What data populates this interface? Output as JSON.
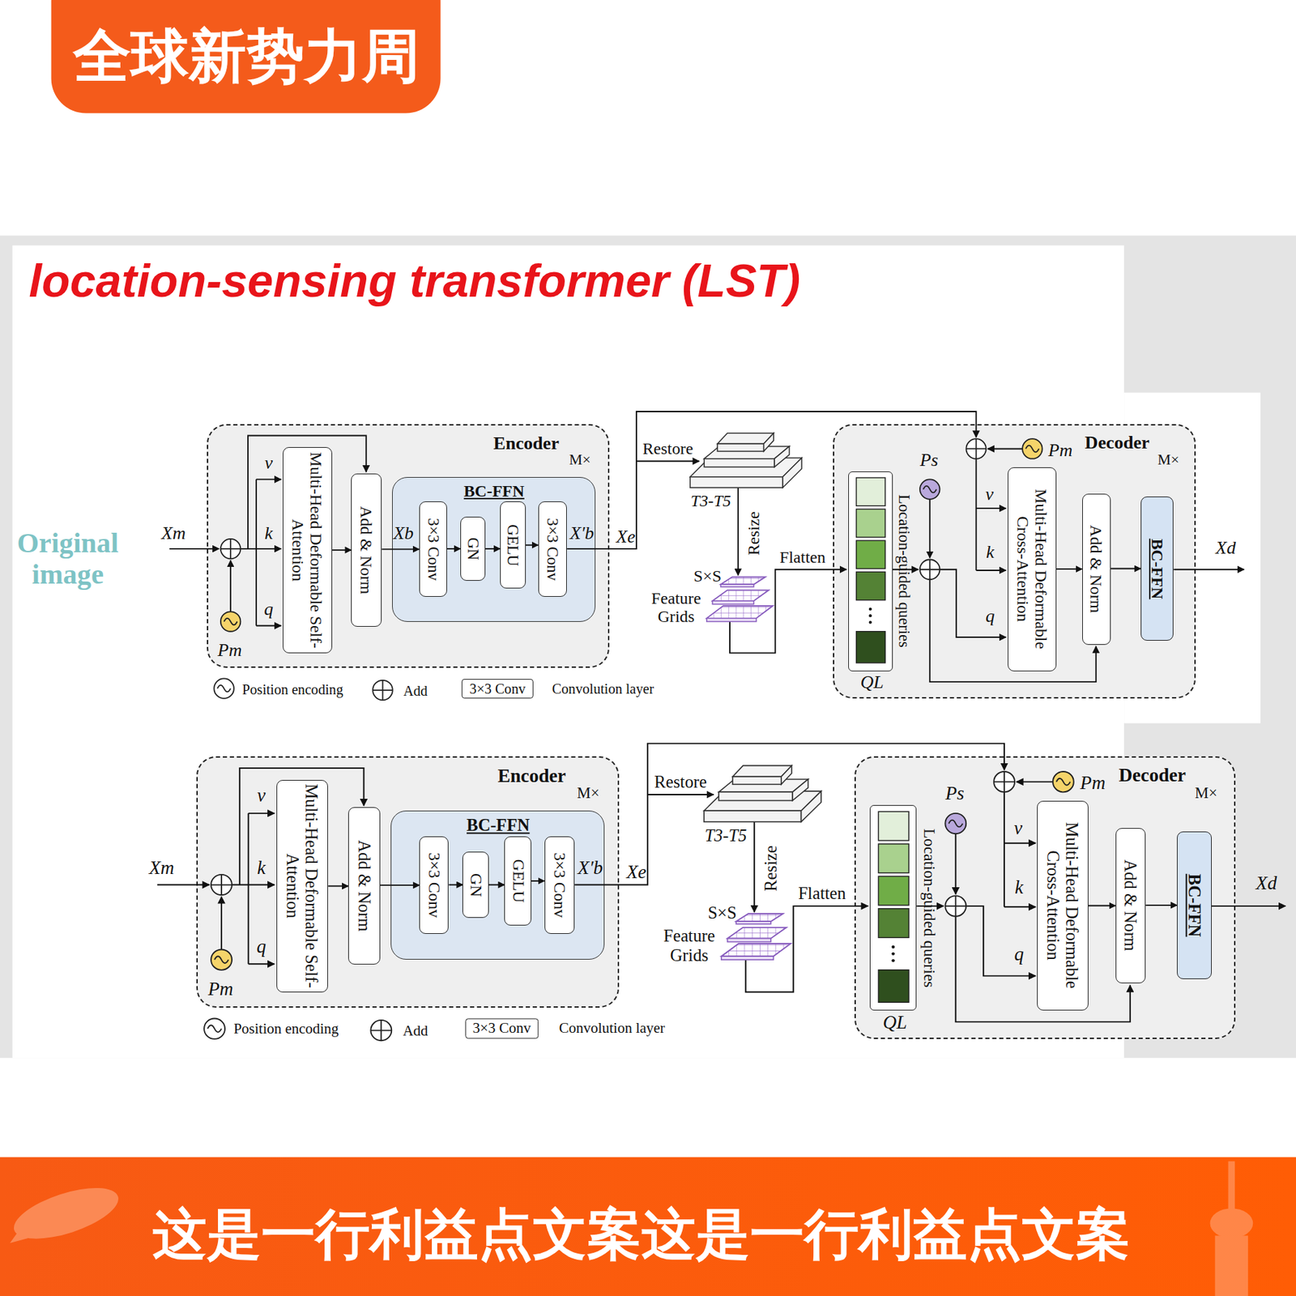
{
  "diagram": {
    "title": "location-sensing transformer (LST)",
    "nodes": [
      {
        "text": [
          "Encoder",
          "M×"
        ]
      },
      {
        "text": [
          "Multi-Head Deformable Self-Attention"
        ],
        "in": 0
      },
      {
        "text": [
          "Add & Norm"
        ],
        "in": 0
      },
      {
        "text": [
          "BC-FFN"
        ],
        "in": 0
      },
      {
        "text": [
          "3×3 Conv"
        ],
        "in": 3
      },
      {
        "text": [
          "GN"
        ],
        "in": 3
      },
      {
        "text": [
          "GELU"
        ],
        "in": 3
      },
      {
        "text": [
          "3×3 Conv"
        ],
        "in": 3
      },
      {
        "text": [
          "Decoder",
          "M×"
        ]
      },
      {
        "text": [
          "Location-guided queries"
        ],
        "in": 8
      },
      {
        "text": [
          "Multi-Head Deformable Cross-Attention"
        ],
        "in": 8
      },
      {
        "text": [
          "Add & Norm"
        ],
        "in": 8
      },
      {
        "text": [
          "BC-FFN"
        ],
        "in": 8
      },
      {
        "text": [
          "Encoder",
          "M×"
        ]
      },
      {
        "text": [
          "Multi-Head Deformable Self-Attention"
        ],
        "in": 13
      },
      {
        "text": [
          "Add & Norm"
        ],
        "in": 13
      },
      {
        "text": [
          "BC-FFN"
        ],
        "in": 13
      },
      {
        "text": [
          "3×3 Conv"
        ],
        "in": 16
      },
      {
        "text": [
          "GN"
        ],
        "in": 16
      },
      {
        "text": [
          "GELU"
        ],
        "in": 16
      },
      {
        "text": [
          "3×3 Conv"
        ],
        "in": 16
      },
      {
        "text": [
          "Decoder",
          "M×"
        ]
      },
      {
        "text": [
          "Location-guided queries"
        ],
        "in": 21
      },
      {
        "text": [
          "Multi-Head Deformable Cross-Attention"
        ],
        "in": 21
      },
      {
        "text": [
          "Add & Norm"
        ],
        "in": 21
      },
      {
        "text": [
          "BC-FFN"
        ],
        "in": 21
      }
    ],
    "edges": [
      {
        "from": 1,
        "to": 2,
        "arrow": "to"
      },
      {
        "from": 2,
        "to": 4,
        "arrow": "to"
      },
      {
        "from": 4,
        "to": 5,
        "arrow": "to"
      },
      {
        "from": 5,
        "to": 6,
        "arrow": "to"
      },
      {
        "from": 6,
        "to": 7,
        "arrow": "to"
      },
      {
        "from": 10,
        "to": 11,
        "arrow": "to"
      },
      {
        "from": 11,
        "to": 12,
        "arrow": "to"
      },
      {
        "from": 14,
        "to": 15,
        "arrow": "to"
      },
      {
        "from": 15,
        "to": 17,
        "arrow": "to"
      },
      {
        "from": 17,
        "to": 18,
        "arrow": "to"
      },
      {
        "from": 18,
        "to": 19,
        "arrow": "to"
      },
      {
        "from": 19,
        "to": 20,
        "arrow": "to"
      },
      {
        "from": 23,
        "to": 24,
        "arrow": "to"
      },
      {
        "from": 24,
        "to": 25,
        "arrow": "to"
      }
    ],
    "labels": [
      "全球新势力周",
      "Original image",
      "Xm",
      "v",
      "k",
      "q",
      "Pm",
      "Xb",
      "X′b",
      "Xe",
      "Restore",
      "T3-T5",
      "Resize",
      "S×S",
      "Feature Grids",
      "Flatten",
      "QL",
      "Ps",
      "Pm",
      "v",
      "k",
      "q",
      "Xd",
      "3×3 Conv",
      "Xm",
      "v",
      "k",
      "q",
      "Pm",
      "X′b",
      "Xe",
      "Restore",
      "T3-T5",
      "Resize",
      "S×S",
      "Feature Grids",
      "Flatten",
      "QL",
      "Ps",
      "Pm",
      "v",
      "k",
      "q",
      "Xd",
      "3×3 Conv",
      "这是一行利益点文案这是一行利益点文案"
    ],
    "legend": [
      {
        "text": "Position encoding"
      },
      {
        "text": "Add"
      },
      {
        "text": "Convolution layer"
      },
      {
        "text": "Position encoding"
      },
      {
        "text": "Add"
      },
      {
        "text": "Convolution layer"
      }
    ]
  }
}
